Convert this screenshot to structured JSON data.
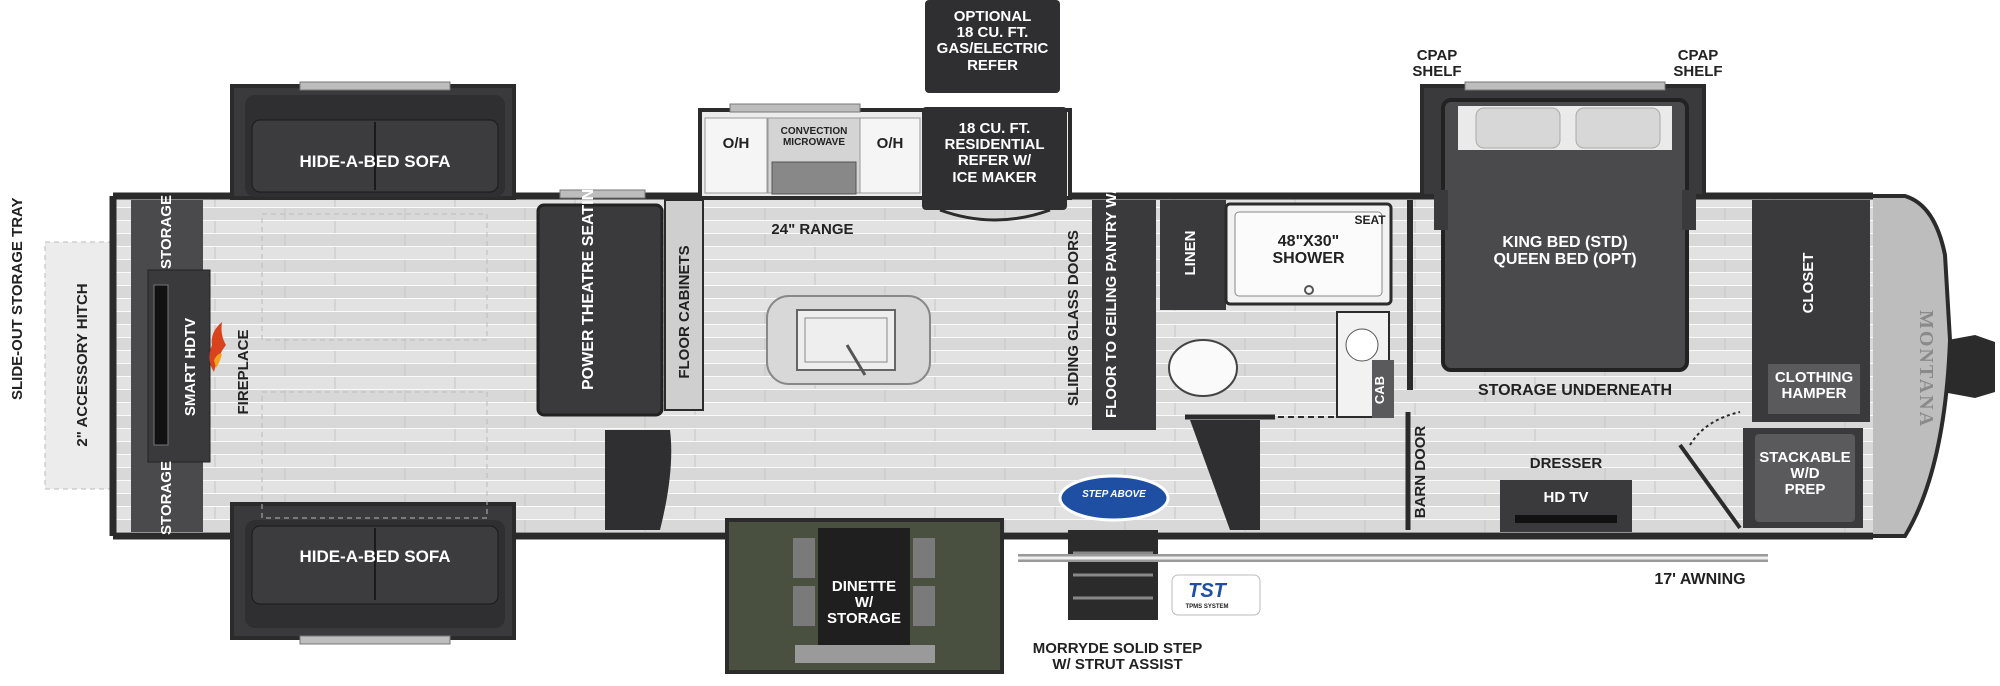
{
  "labels": {
    "slide_out_tray": "SLIDE-OUT\nSTORAGE TRAY",
    "accessory_hitch": "2\" ACCESSORY HITCH",
    "storage_top": "STORAGE",
    "storage_bottom": "STORAGE",
    "smart_hdtv": "SMART HDTV",
    "fireplace": "FIREPLACE",
    "sofa_top": "HIDE-A-BED SOFA",
    "sofa_bottom": "HIDE-A-BED SOFA",
    "theatre_seating": "POWER\nTHEATRE SEATING",
    "floor_cabinets": "FLOOR CABINETS",
    "optional_refer": "OPTIONAL\n18 CU. FT.\nGAS/ELECTRIC\nREFER",
    "oh_left": "O/H",
    "oh_right": "O/H",
    "microwave": "CONVECTION\nMICROWAVE",
    "residential_refer": "18 CU. FT.\nRESIDENTIAL\nREFER W/\nICE MAKER",
    "range": "24\" RANGE",
    "sliding_doors": "SLIDING GLASS DOORS",
    "pantry": "FLOOR TO CEILING\nPANTRY W/ SHELVES",
    "linen": "LINEN",
    "shower": "48\"X30\"\nSHOWER",
    "seat": "SEAT",
    "cab": "CAB",
    "barn_door": "BARN DOOR",
    "cpap_left": "CPAP\nSHELF",
    "cpap_right": "CPAP\nSHELF",
    "bed": "KING BED (STD)\nQUEEN BED (OPT)",
    "storage_underneath": "STORAGE UNDERNEATH",
    "closet": "CLOSET",
    "clothing_hamper": "CLOTHING\nHAMPER",
    "stackable": "STACKABLE\nW/D\nPREP",
    "dresser": "DRESSER",
    "hdtv": "HD TV",
    "dinette": "DINETTE\nW/ STORAGE",
    "morryde": "MORRYDE SOLID STEP\nW/ STRUT ASSIST",
    "awning": "17' AWNING",
    "step_logo": "STEP ABOVE",
    "tst_logo": "TST",
    "tst_sub": "TPMS SYSTEM",
    "brand": "MONTANA"
  },
  "colors": {
    "wall": "#2b2b2b",
    "floor": "#dedede",
    "plank": "#c9c9c9",
    "furniture": "#3a3a3c",
    "cushion": "#2f2f31",
    "counter": "#ececec",
    "accent_blue": "#1f4fa3",
    "cab_gray": "#5a5a5c",
    "hitch_gray": "#ececec"
  }
}
